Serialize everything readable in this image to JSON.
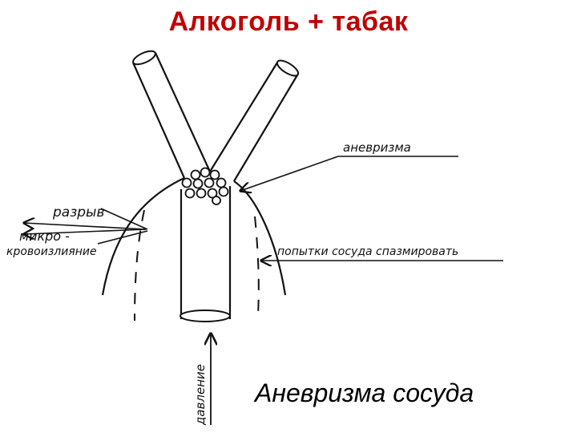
{
  "title": "Алкоголь + табак",
  "caption": "Аневризма сосуда",
  "labels": {
    "aneurysm": "аневризма",
    "rupture": "разрыв",
    "micro": "микро -",
    "hemorrhage": "кровоизлияние",
    "spasm_attempts": "попытки сосуда спазмировать",
    "pressure": "давление"
  },
  "colors": {
    "title": "#c00000",
    "ink": "#111111"
  }
}
